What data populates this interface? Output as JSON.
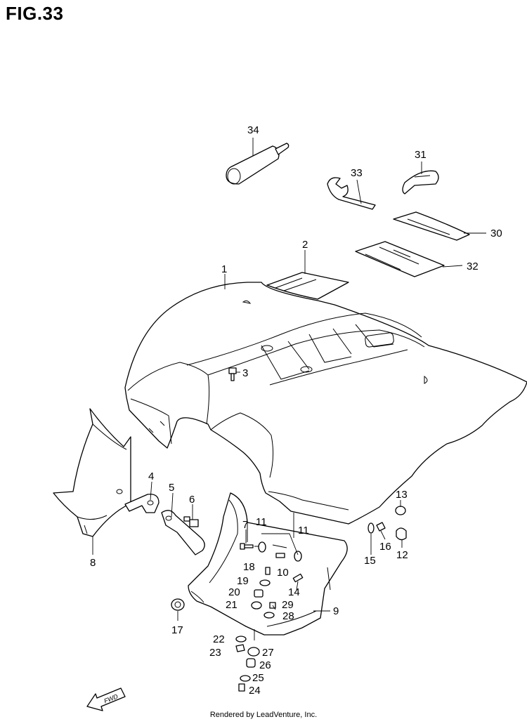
{
  "figure": {
    "title": "FIG.33"
  },
  "watermark": "LEADVENTURE",
  "footer": "Rendered by LeadVenture, Inc.",
  "fwd_label": "FWD",
  "callouts": {
    "c1": "1",
    "c2": "2",
    "c3": "3",
    "c4": "4",
    "c5": "5",
    "c6": "6",
    "c7": "7",
    "c8": "8",
    "c9": "9",
    "c10": "10",
    "c11a": "11",
    "c11b": "11",
    "c12": "12",
    "c13": "13",
    "c14": "14",
    "c15": "15",
    "c16": "16",
    "c17": "17",
    "c18": "18",
    "c19": "19",
    "c20": "20",
    "c21": "21",
    "c22": "22",
    "c23": "23",
    "c24": "24",
    "c25": "25",
    "c26": "26",
    "c27": "27",
    "c28": "28",
    "c29": "29",
    "c30": "30",
    "c31": "31",
    "c32": "32",
    "c33": "33",
    "c34": "34"
  }
}
